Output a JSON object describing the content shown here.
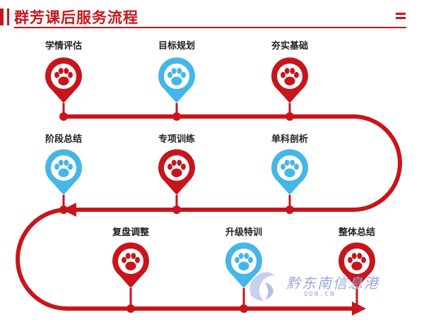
{
  "header": {
    "title": "群芳课后服务流程"
  },
  "steps": [
    {
      "label": "学情评估",
      "color": "#c8151b"
    },
    {
      "label": "目标规划",
      "color": "#45b6e8"
    },
    {
      "label": "夯实基础",
      "color": "#c8151b"
    },
    {
      "label": "阶段总结",
      "color": "#45b6e8"
    },
    {
      "label": "专项训练",
      "color": "#c8151b"
    },
    {
      "label": "单科剖析",
      "color": "#45b6e8"
    },
    {
      "label": "复盘调整",
      "color": "#c8151b"
    },
    {
      "label": "升级特训",
      "color": "#45b6e8"
    },
    {
      "label": "整体总结",
      "color": "#c8151b"
    }
  ],
  "path_color": "#c8151b",
  "watermark": {
    "text": "黔东南信息港",
    "url": "QDN.CN",
    "icon": "watermark-logo-icon"
  }
}
